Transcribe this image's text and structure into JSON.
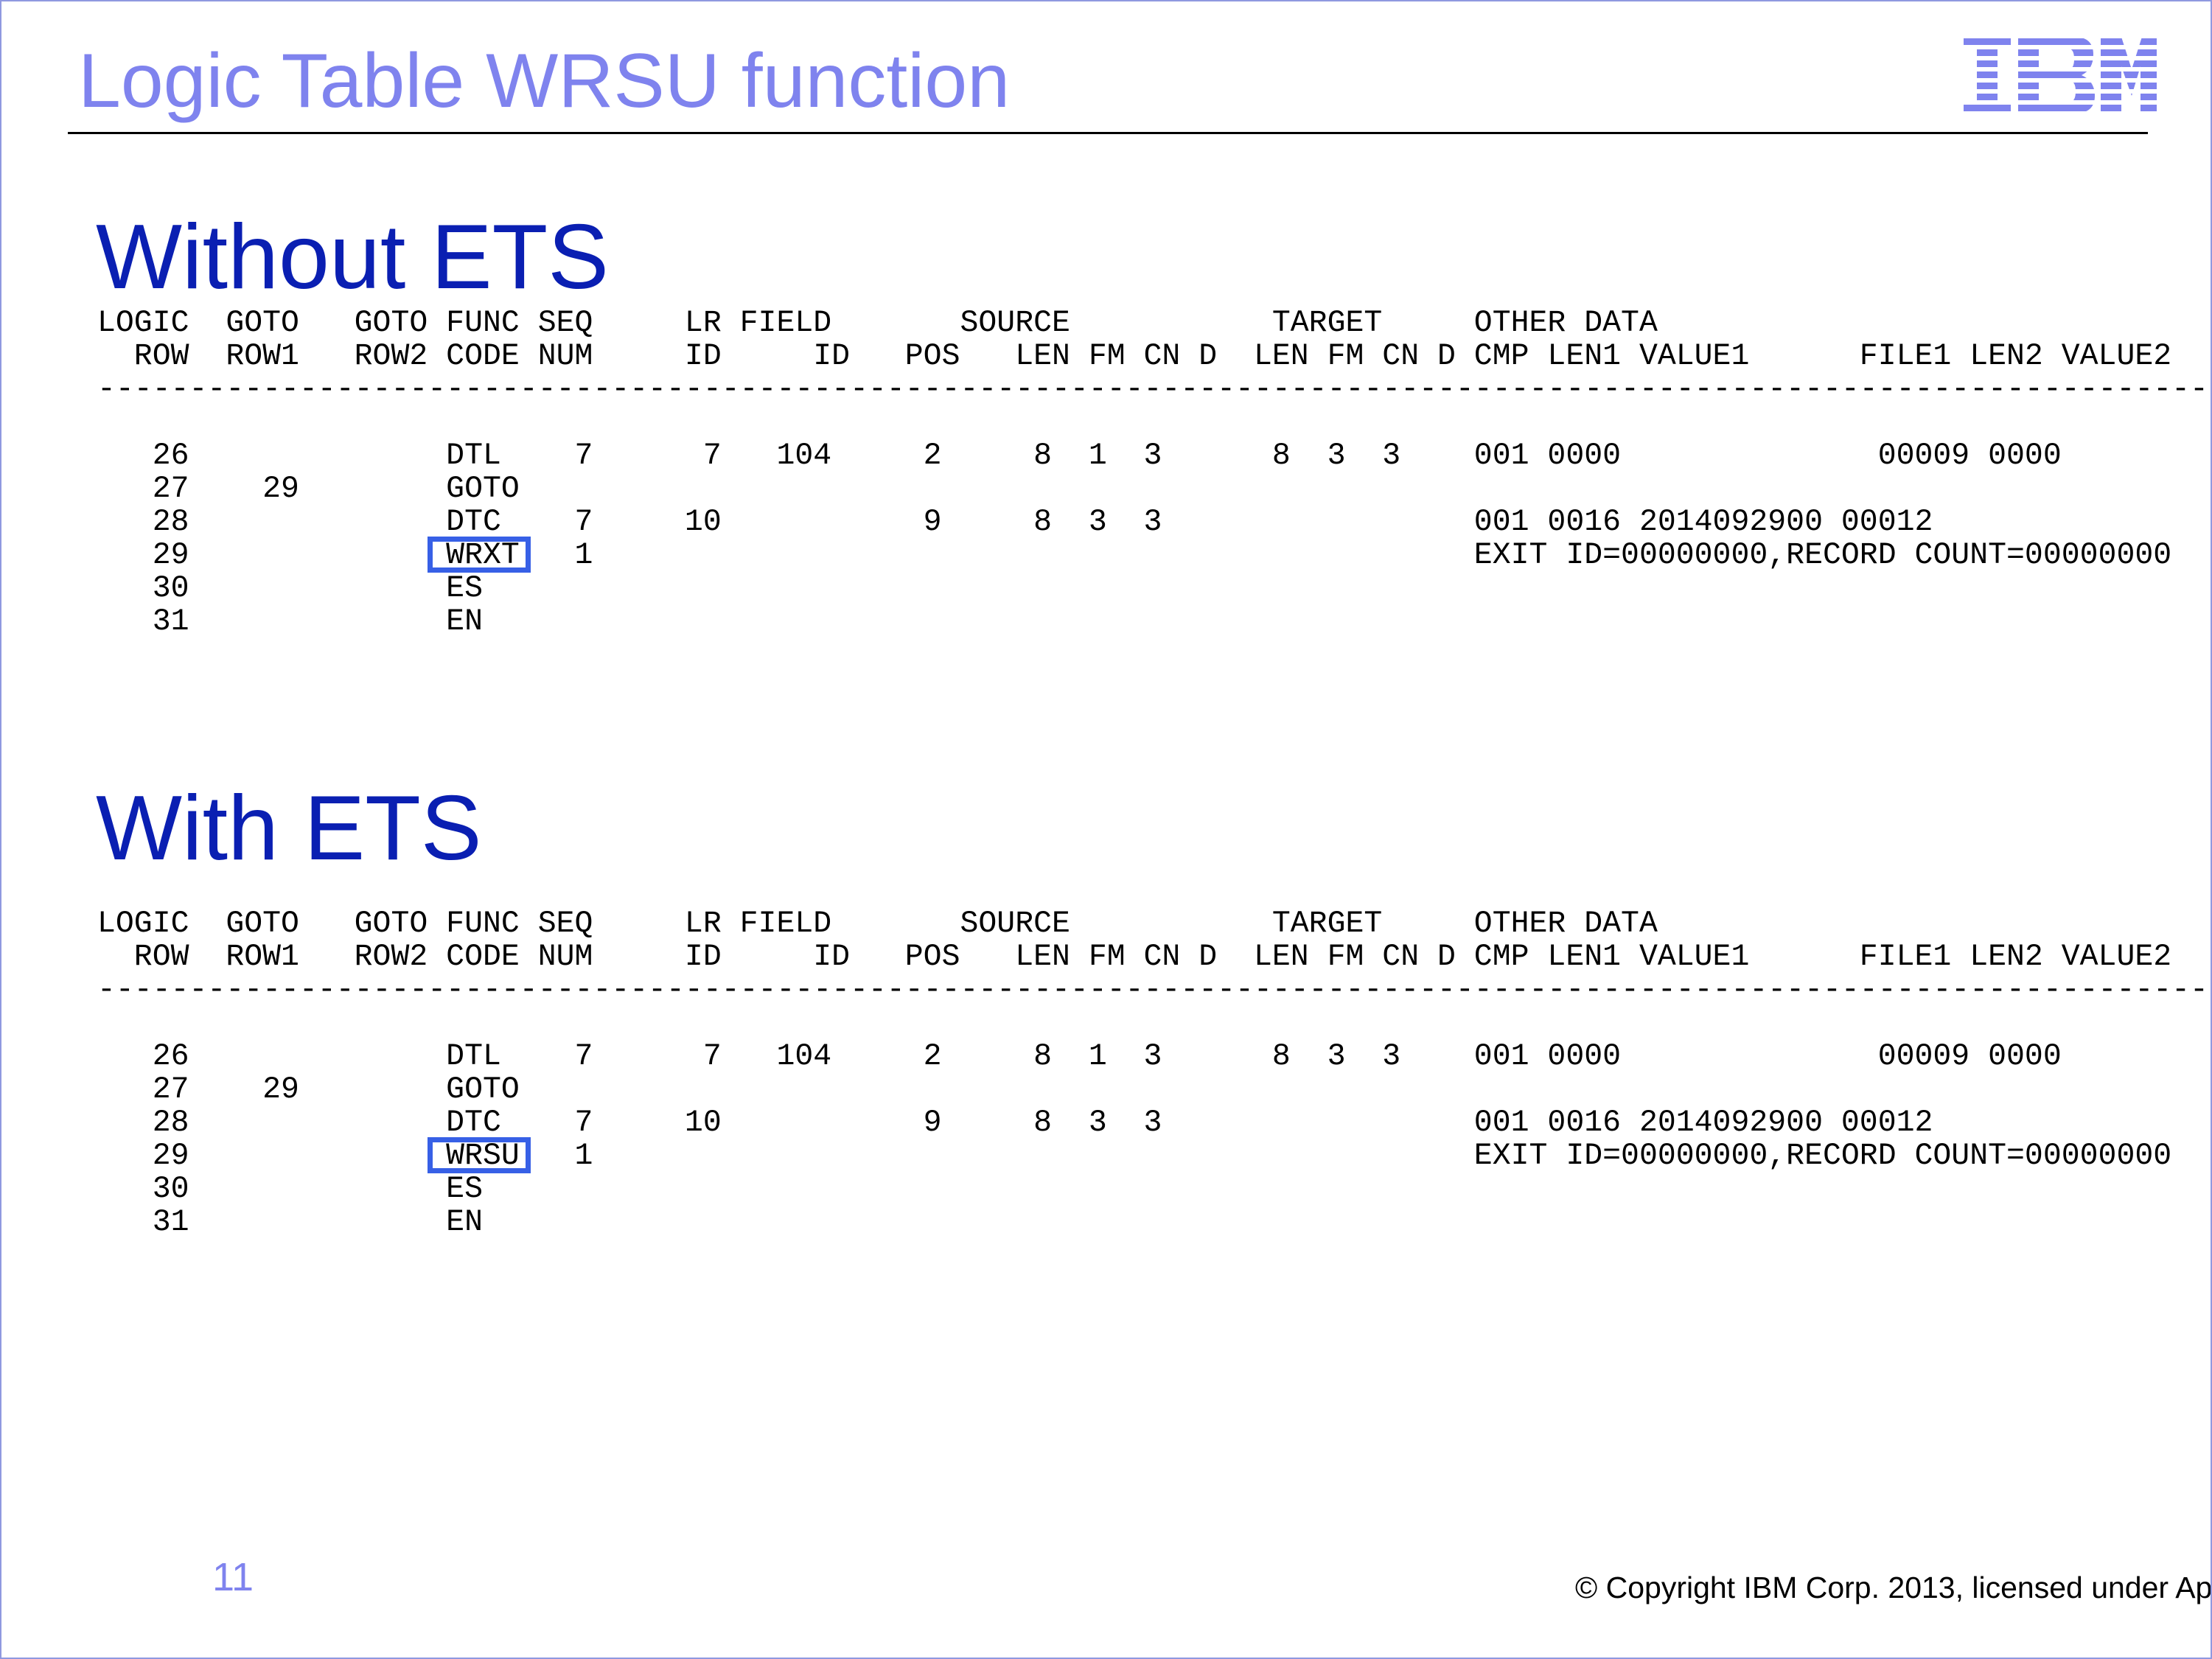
{
  "slide": {
    "title": "Logic Table WRSU function",
    "logo_text": "IBM",
    "page_number": "11",
    "copyright": "© Copyright IBM Corp. 2013, licensed under Ap"
  },
  "colors": {
    "title": "#7f83ee",
    "heading": "#0a1fb2",
    "highlight_box": "#3760e6",
    "logo": "#7f83ee",
    "slide_border": "#8f99e0"
  },
  "sections": [
    {
      "heading": "Without ETS",
      "highlighted_func_code": "WRXT",
      "lines": [
        "LOGIC  GOTO   GOTO FUNC SEQ     LR FIELD       SOURCE           TARGET     OTHER DATA",
        "  ROW  ROW1   ROW2 CODE NUM     ID     ID   POS   LEN FM CN D  LEN FM CN D CMP LEN1 VALUE1      FILE1 LEN2 VALUE2",
        "-----------------------------------------------------------------------------------------------------------------------",
        "",
        "   26              DTL    7      7   104     2     8  1  3      8  3  3    001 0000              00009 0000",
        "   27    29        GOTO",
        "   28              DTC    7     10           9     8  3  3                 001 0016 2014092900 00012",
        "   29              WRXT   1                                                EXIT ID=00000000,RECORD COUNT=00000000",
        "   30              ES",
        "   31              EN"
      ]
    },
    {
      "heading": "With ETS",
      "highlighted_func_code": "WRSU",
      "lines": [
        "LOGIC  GOTO   GOTO FUNC SEQ     LR FIELD       SOURCE           TARGET     OTHER DATA",
        "  ROW  ROW1   ROW2 CODE NUM     ID     ID   POS   LEN FM CN D  LEN FM CN D CMP LEN1 VALUE1      FILE1 LEN2 VALUE2",
        "-----------------------------------------------------------------------------------------------------------------------",
        "",
        "   26              DTL    7      7   104     2     8  1  3      8  3  3    001 0000              00009 0000",
        "   27    29        GOTO",
        "   28              DTC    7     10           9     8  3  3                 001 0016 2014092900 00012",
        "   29              WRSU   1                                                EXIT ID=00000000,RECORD COUNT=00000000",
        "   30              ES",
        "   31              EN"
      ]
    }
  ]
}
